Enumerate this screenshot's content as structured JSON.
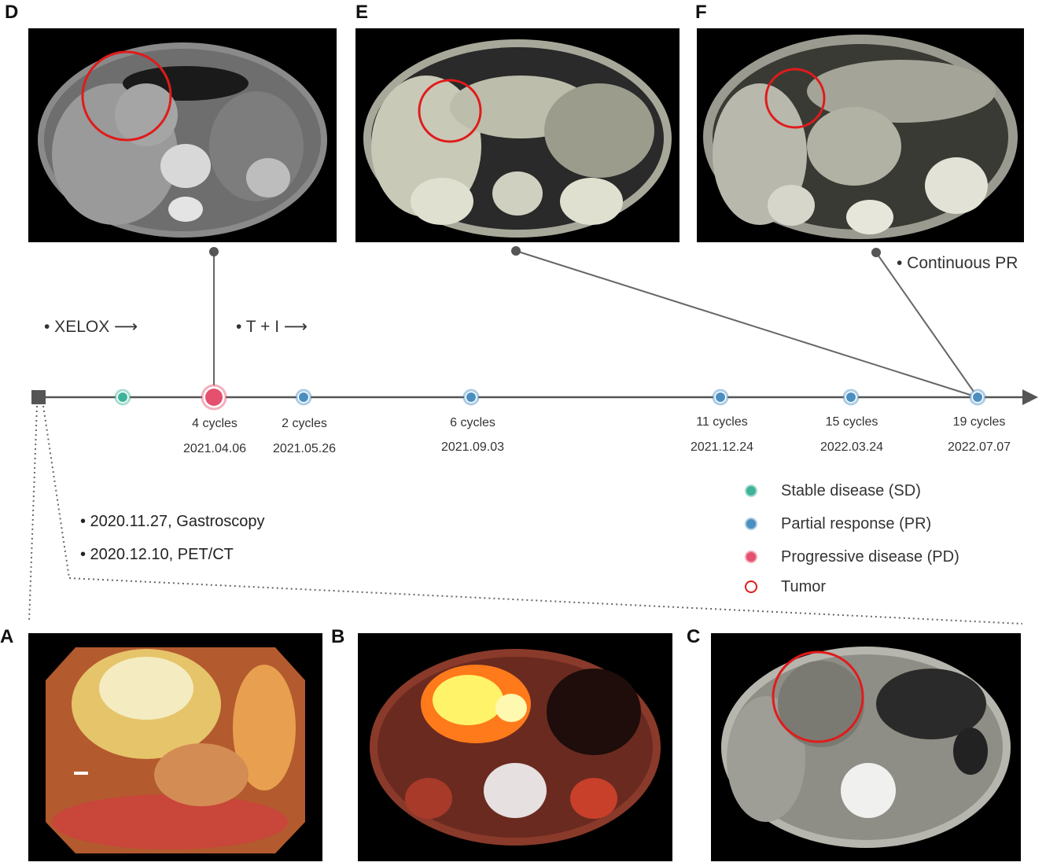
{
  "panels": {
    "A": {
      "letter": "A",
      "modality": "gastroscopy"
    },
    "B": {
      "letter": "B",
      "modality": "pet-ct"
    },
    "C": {
      "letter": "C",
      "modality": "ct"
    },
    "D": {
      "letter": "D",
      "modality": "ct",
      "tumor_marked": true
    },
    "E": {
      "letter": "E",
      "modality": "ct",
      "tumor_marked": true
    },
    "F": {
      "letter": "F",
      "modality": "ct",
      "tumor_marked": true
    }
  },
  "therapy": {
    "xelox": "• XELOX ⟶",
    "ti": "• T + I ⟶"
  },
  "continuous_pr": "• Continuous PR",
  "timeline": [
    {
      "status": "SD",
      "cycles": "",
      "date": ""
    },
    {
      "status": "PD",
      "cycles": "4 cycles",
      "date": "2021.04.06"
    },
    {
      "status": "PR",
      "cycles": "2 cycles",
      "date": "2021.05.26"
    },
    {
      "status": "PR",
      "cycles": "6 cycles",
      "date": "2021.09.03"
    },
    {
      "status": "PR",
      "cycles": "11 cycles",
      "date": "2021.12.24"
    },
    {
      "status": "PR",
      "cycles": "15 cycles",
      "date": "2022.03.24"
    },
    {
      "status": "PR",
      "cycles": "19 cycles",
      "date": "2022.07.07"
    }
  ],
  "baseline_events": [
    "• 2020.11.27, Gastroscopy",
    "• 2020.12.10, PET/CT"
  ],
  "legend": [
    {
      "label": "Stable disease (SD)",
      "color": "#3fb39a"
    },
    {
      "label": "Partial response (PR)",
      "color": "#4a8fc0"
    },
    {
      "label": "Progressive disease (PD)",
      "color": "#e5506e"
    },
    {
      "label": "Tumor",
      "color": "#e01b1b"
    }
  ],
  "colors": {
    "timeline": "#555555",
    "tumor_circle": "#e01b1b",
    "SD": "#3fb39a",
    "PR": "#4a8fc0",
    "PD": "#e5506e"
  }
}
